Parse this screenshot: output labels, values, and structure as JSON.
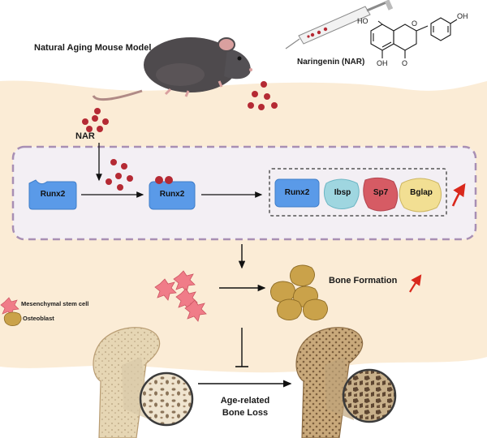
{
  "model_title": "Natural Aging Mouse Model",
  "drug_name": "Naringenin (NAR)",
  "nar_label": "NAR",
  "structure_atoms": [
    "HO",
    "OH",
    "OH",
    "O",
    "O"
  ],
  "runx2_label": "Runx2",
  "runx2_bound_label": "Runx2",
  "targets": [
    "Runx2",
    "Ibsp",
    "Sp7",
    "Bglap"
  ],
  "bone_formation_label": "Bone Formation",
  "legend": {
    "msc": "Mesenchymal stem cell",
    "osteoblast": "Osteoblast"
  },
  "bone_loss_label": "Age-related Bone Loss",
  "colors": {
    "tissue": "#fbecd6",
    "panel": "#f3eff4",
    "panel_border": "#a88fb4",
    "runx2": "#5a9ae8",
    "ibsp": "#9fd6e0",
    "sp7": "#d65b64",
    "bglap": "#f2df93",
    "nar_dot": "#b52a34",
    "up_arrow": "#d9281c",
    "msc": "#f07c88",
    "osteoblast": "#caa24a",
    "bone": "#e9dbbf"
  },
  "icons": [
    "mouse-icon",
    "syringe-icon",
    "naringenin-structure",
    "msc-cell-icon",
    "osteoblast-cell-icon",
    "femur-icon",
    "magnifier-icon",
    "up-arrow-icon",
    "inhibition-icon"
  ]
}
